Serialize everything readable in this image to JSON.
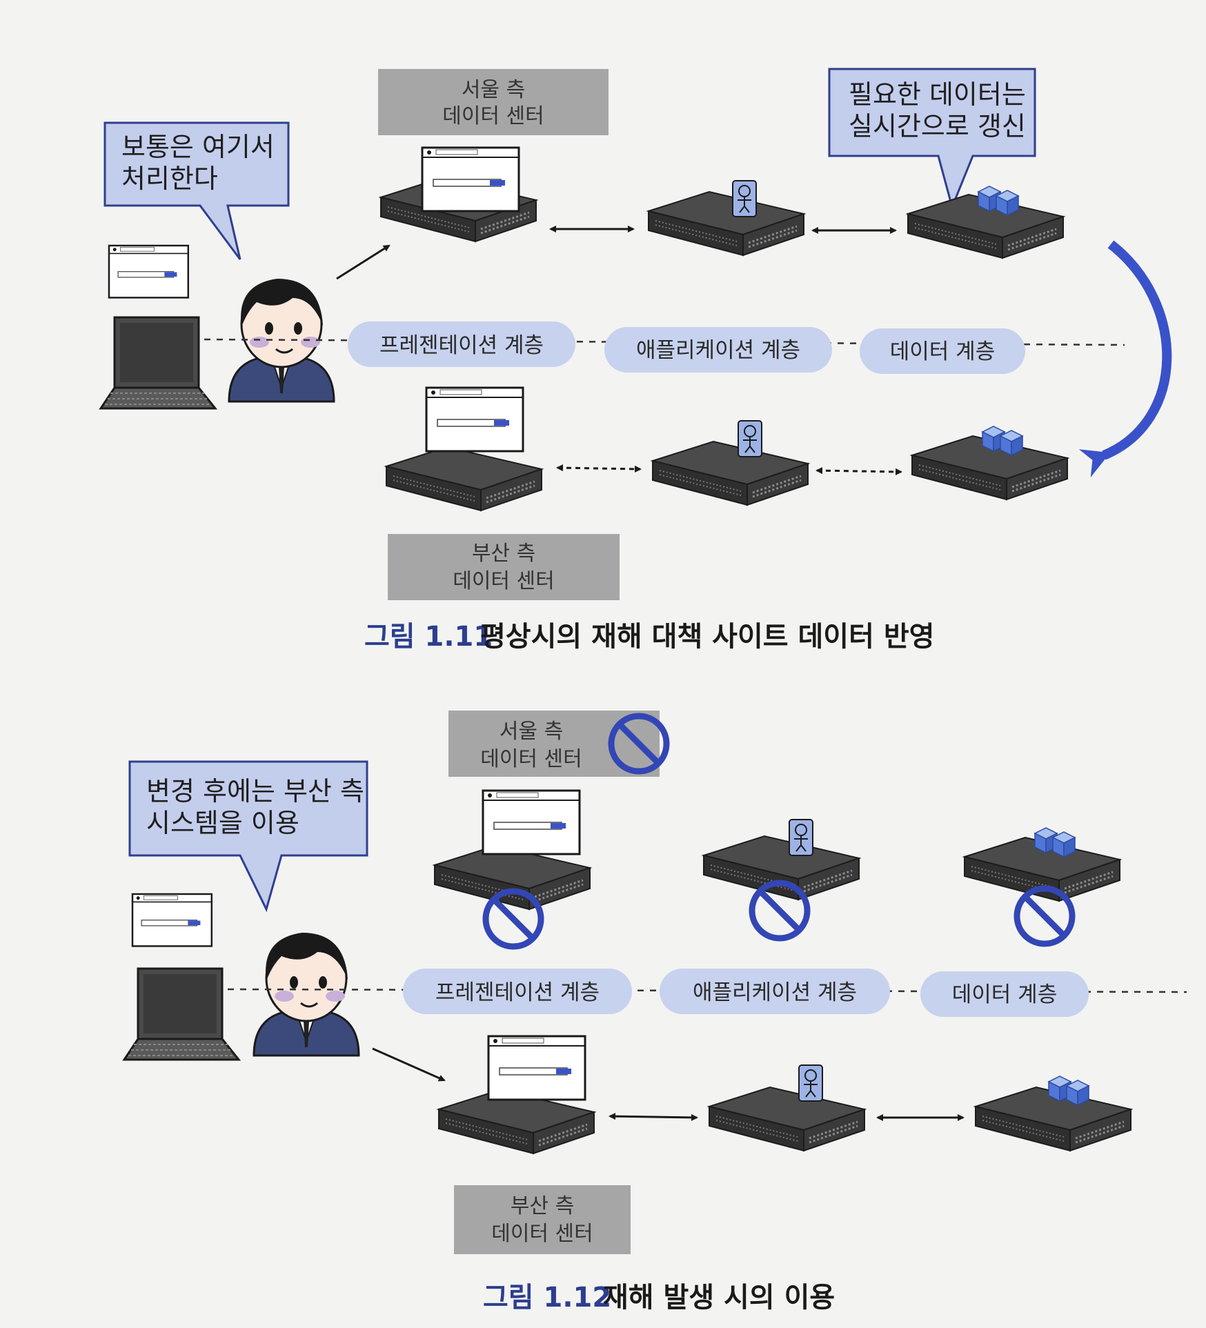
{
  "figure_11": {
    "seoul_label": [
      "서울 측",
      "데이터 센터"
    ],
    "busan_label": [
      "부산 측",
      "데이터 센터"
    ],
    "bubble_user": [
      "보통은 여기서",
      "처리한다"
    ],
    "bubble_data": [
      "필요한 데이터는",
      "실시간으로 갱신"
    ],
    "layers": [
      "프레젠테이션 계층",
      "애플리케이션 계층",
      "데이터 계층"
    ],
    "caption_num": "그림 1.11",
    "caption_text": "평상시의 재해 대책 사이트 데이터 반영"
  },
  "figure_12": {
    "seoul_label": [
      "서울 측",
      "데이터 센터"
    ],
    "busan_label": [
      "부산 측",
      "데이터 센터"
    ],
    "bubble_user": [
      "변경 후에는 부산 측",
      "시스템을 이용"
    ],
    "layers": [
      "프레젠테이션 계층",
      "애플리케이션 계층",
      "데이터 계층"
    ],
    "caption_num": "그림 1.12",
    "caption_text": "재해 발생 시의 이용"
  },
  "colors": {
    "bubble_fill": "#c3cdec",
    "bubble_stroke": "#2f3f8f",
    "layer_fill": "#c7d2ee",
    "label_fill": "#a6a6a6",
    "server_top": "#4b4b4b",
    "accent_blue": "#3a52c9",
    "prohibit": "#3346b5"
  },
  "icons": [
    "browser-window-icon",
    "person-icon",
    "database-cubes-icon",
    "prohibited-icon",
    "laptop-icon",
    "user-avatar-icon",
    "server-icon"
  ]
}
